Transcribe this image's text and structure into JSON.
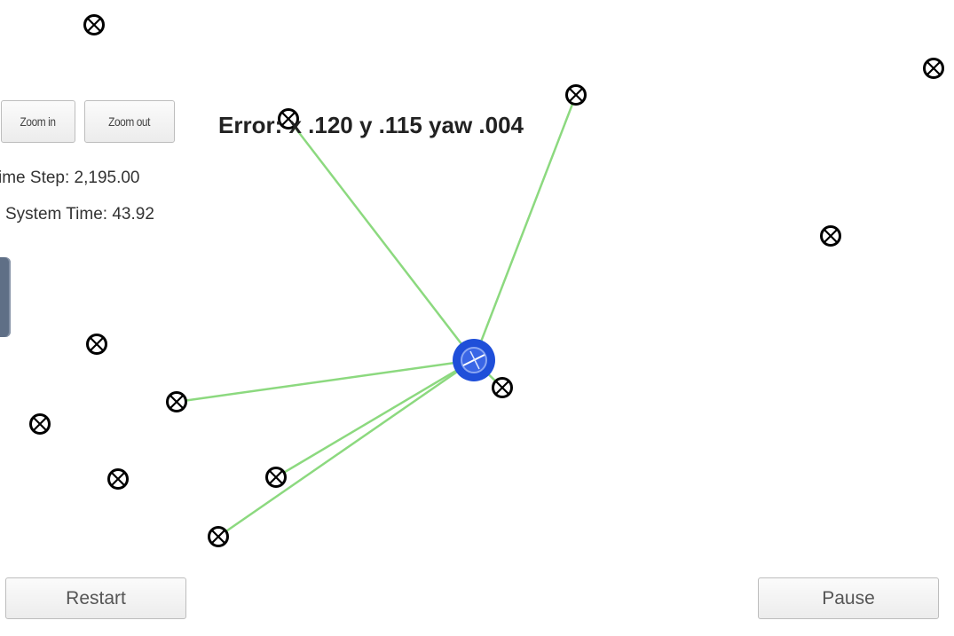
{
  "controls": {
    "zoom_in_label": "Zoom in",
    "zoom_out_label": "Zoom out",
    "restart_label": "Restart",
    "pause_label": "Pause"
  },
  "status": {
    "time_step_text": "ime Step: 2,195.00",
    "system_time_text": "System Time: 43.92"
  },
  "error_text": "Error: x .120 y .115 yaw .004",
  "colors": {
    "observation_line": "#8cd97f",
    "vehicle": "#1f4fd9",
    "landmark": "#000000",
    "side_tab": "#5f6f86"
  },
  "icons": {
    "landmark": "landmark-marker-icon",
    "vehicle": "vehicle-icon"
  }
}
